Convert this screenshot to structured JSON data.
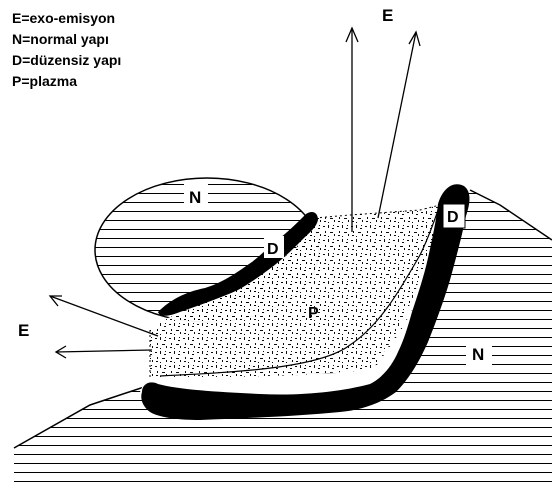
{
  "legend": [
    "E=exo-emisyon",
    "N=normal yapı",
    "D=düzensiz yapı",
    "P=plazma"
  ],
  "labels": {
    "e_top": "E",
    "e_left": "E",
    "n_circle": "N",
    "n_right": "N",
    "d_circle": "D",
    "d_right": "D",
    "p": "P"
  }
}
